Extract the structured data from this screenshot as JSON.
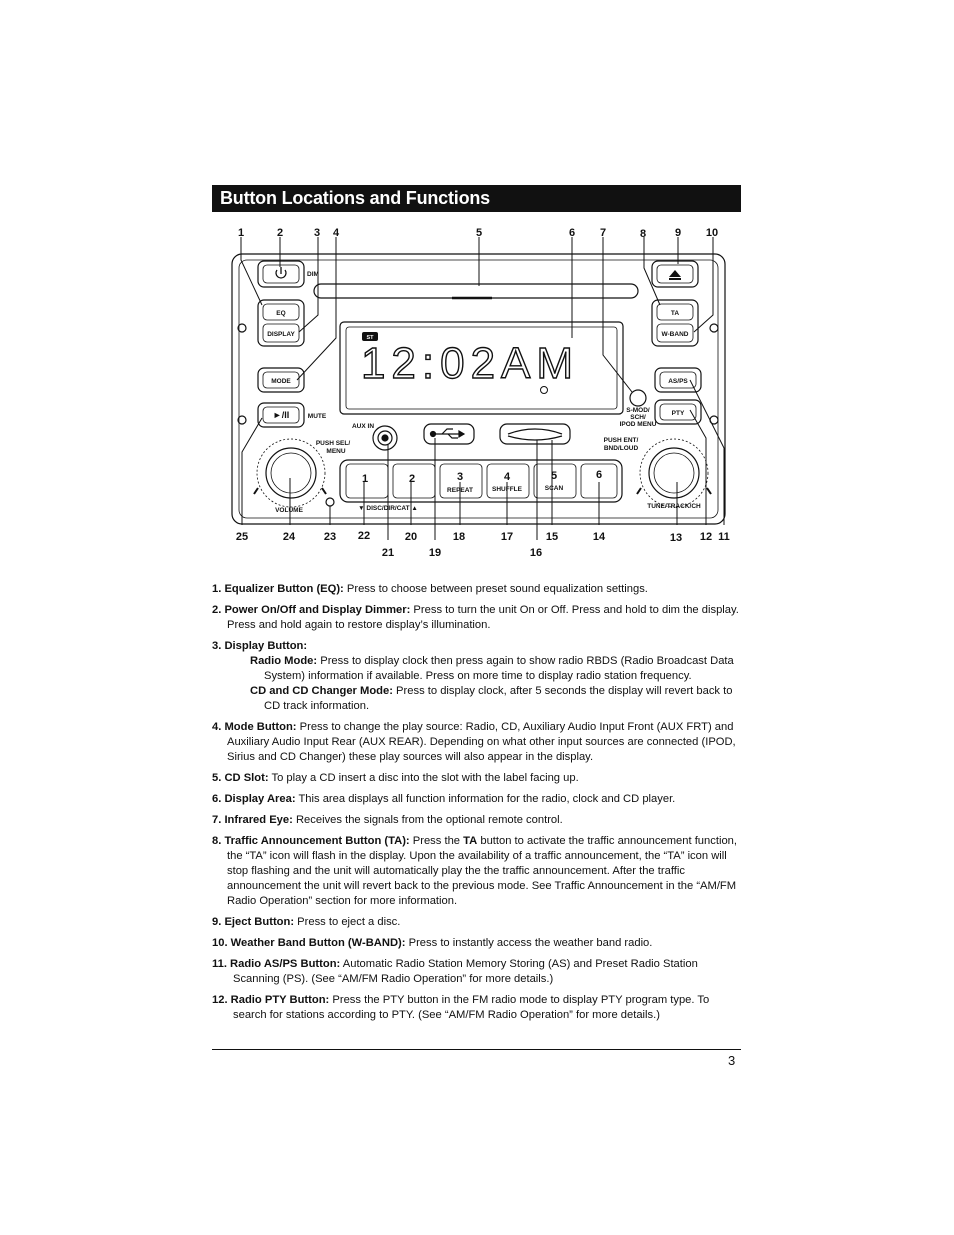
{
  "header": {
    "title": "Button Locations and Functions"
  },
  "diagram": {
    "callouts": [
      "1",
      "2",
      "3",
      "4",
      "5",
      "6",
      "7",
      "8",
      "9",
      "10",
      "11",
      "12",
      "13",
      "14",
      "15",
      "16",
      "17",
      "18",
      "19",
      "20",
      "21",
      "22",
      "23",
      "24",
      "25"
    ],
    "labels": {
      "eq": "EQ",
      "display": "DISPLAY",
      "dim": "DIM",
      "mode": "MODE",
      "play_pause": "►/II",
      "mute": "MUTE",
      "ta": "TA",
      "w_band": "W-BAND",
      "as_ps": "AS/PS",
      "pty": "PTY",
      "st": "ST",
      "lcd_time": "12:02AM",
      "aux_in": "AUX IN",
      "push_sel": "PUSH SEL/",
      "menu": "MENU",
      "push_ent": "PUSH ENT/",
      "bnd_loud": "BND/LOUD",
      "smod_1": "S-MOD/",
      "smod_2": "SCH/",
      "smod_3": "IPOD MENU",
      "volume": "VOLUME",
      "tune_track": "TUNE/TRACK/CH",
      "disc_dir_cat": "▼ DISC/DIR/CAT ▲",
      "preset_1": "1",
      "preset_2": "2",
      "preset_3": "3",
      "preset_4": "4",
      "preset_5": "5",
      "preset_6": "6",
      "repeat": "REPEAT",
      "shuffle": "SHUFFLE",
      "scan": "SCAN"
    }
  },
  "descriptions": {
    "i1": {
      "num": "1.",
      "term": "Equalizer Button (EQ):",
      "text": " Press to choose between preset sound equalization settings."
    },
    "i2": {
      "num": "2.",
      "term": "Power On/Off and Display Dimmer:",
      "text": " Press to turn the unit On or Off. Press and hold to dim the display. Press and hold again to restore display’s illumination."
    },
    "i3": {
      "num": "3.",
      "term": "Display Button:",
      "radio_term": "Radio Mode:",
      "radio_text": " Press to display clock then press again to show radio RBDS (Radio Broadcast Data System) information if available. Press on more time to display radio station frequency.",
      "cd_term": "CD and CD Changer Mode:",
      "cd_text": " Press to display clock, after 5 seconds the display will revert back to CD track information."
    },
    "i4": {
      "num": "4.",
      "term": "Mode Button:",
      "text": " Press to change the play source: Radio, CD, Auxiliary Audio Input Front (AUX FRT) and Auxiliary Audio Input Rear (AUX REAR). Depending on what other input sources are connected (IPOD, Sirius and CD Changer) these play sources will also appear in the display."
    },
    "i5": {
      "num": "5.",
      "term": "CD Slot:",
      "text": " To play a CD insert a disc into the slot with the label facing up."
    },
    "i6": {
      "num": "6.",
      "term": "Display Area:",
      "text": " This area displays all function information for the radio, clock and CD player."
    },
    "i7": {
      "num": "7.",
      "term": "Infrared Eye:",
      "text": " Receives the signals from the optional remote control."
    },
    "i8": {
      "num": "8.",
      "term": "Traffic Announcement Button (TA):",
      "text_a": " Press the ",
      "ta_bold": "TA",
      "text_b": " button to activate the traffic announcement function, the “TA” icon will flash in the display. Upon the availability of a traffic announcement, the “TA” icon will stop flashing and the unit will automatically play the the traffic announcement. After the traffic announcement the unit will revert back to the previous mode. See Traffic Announcement in the “AM/FM Radio Operation” section for more information."
    },
    "i9": {
      "num": "9.",
      "term": "Eject Button:",
      "text": " Press to eject a disc."
    },
    "i10": {
      "num": "10.",
      "term": "Weather Band Button (W-BAND):",
      "text": " Press to instantly access the weather band radio."
    },
    "i11": {
      "num": "11.",
      "term": "Radio AS/PS Button:",
      "text": " Automatic Radio Station Memory Storing (AS) and Preset Radio Station Scanning (PS). (See “AM/FM Radio Operation” for more details.)"
    },
    "i12": {
      "num": "12.",
      "term": "Radio PTY Button:",
      "text": " Press the PTY button in the FM radio mode to display PTY program type. To search for stations according to PTY. (See “AM/FM Radio Operation” for more details.)"
    }
  },
  "footer": {
    "page_number": "3"
  }
}
